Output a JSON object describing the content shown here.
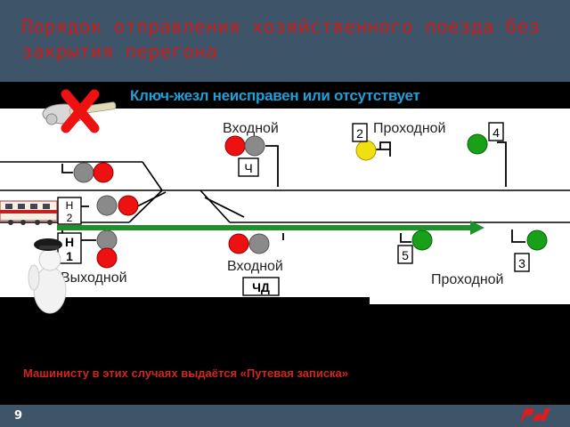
{
  "slide": {
    "title": "Порядок отправления хозяйственного поезда без закрытия перегона",
    "subtitle": "Ключ-жезл неисправен или отсутствует",
    "note": "Машинисту в этих случаях выдаётся «Путевая записка»",
    "page_number": "9"
  },
  "labels": {
    "entrance_top": "Входной",
    "passing_top": "Проходной",
    "entrance_bottom": "Входной",
    "exit": "Выходной",
    "passing_bottom": "Проходной"
  },
  "plates": {
    "ch": "Ч",
    "chd": "ЧД",
    "n2_line1": "Н",
    "n2_line2": "2",
    "n1_line1": "Н",
    "n1_line2": "1",
    "s2": "2",
    "s4": "4",
    "s5": "5",
    "s3": "3"
  },
  "colors": {
    "header_bg": "#3e5468",
    "title": "#c81e1e",
    "subtitle": "#1ea0d8",
    "note": "#d0261e",
    "signal_red": "#ee1111",
    "signal_gray": "#8a8a8a",
    "signal_yellow": "#f0e010",
    "signal_green": "#18a018",
    "route_arrow": "#20902a"
  },
  "icons": [
    "key-staff-icon",
    "cross-icon",
    "train-icon",
    "duty-officer-icon",
    "rzd-logo-icon"
  ]
}
